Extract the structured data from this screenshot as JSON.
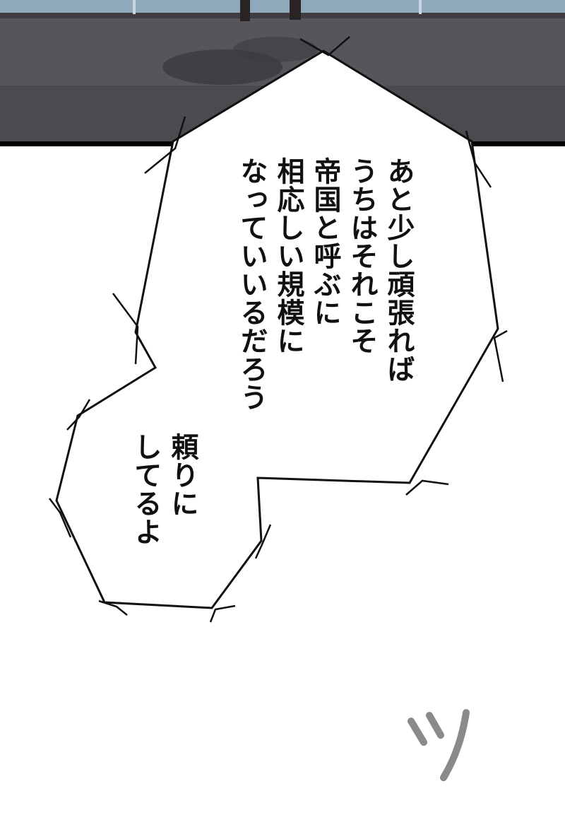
{
  "dialogue": {
    "main_lines": [
      "あと少し頑張れば",
      "うちはそれこそ",
      "帝国と呼ぶに",
      "相応しい規模に",
      "なっていいるだろう"
    ],
    "side_lines": [
      "頼りに",
      "してるよ"
    ]
  },
  "sfx": "ツ",
  "colors": {
    "floor": "#4b4b4f",
    "wall_band": "#8aa5b8",
    "border": "#000000",
    "bubble_fill": "#ffffff",
    "bubble_stroke": "#111111",
    "text": "#111111",
    "sfx": "#8a8a8a"
  }
}
